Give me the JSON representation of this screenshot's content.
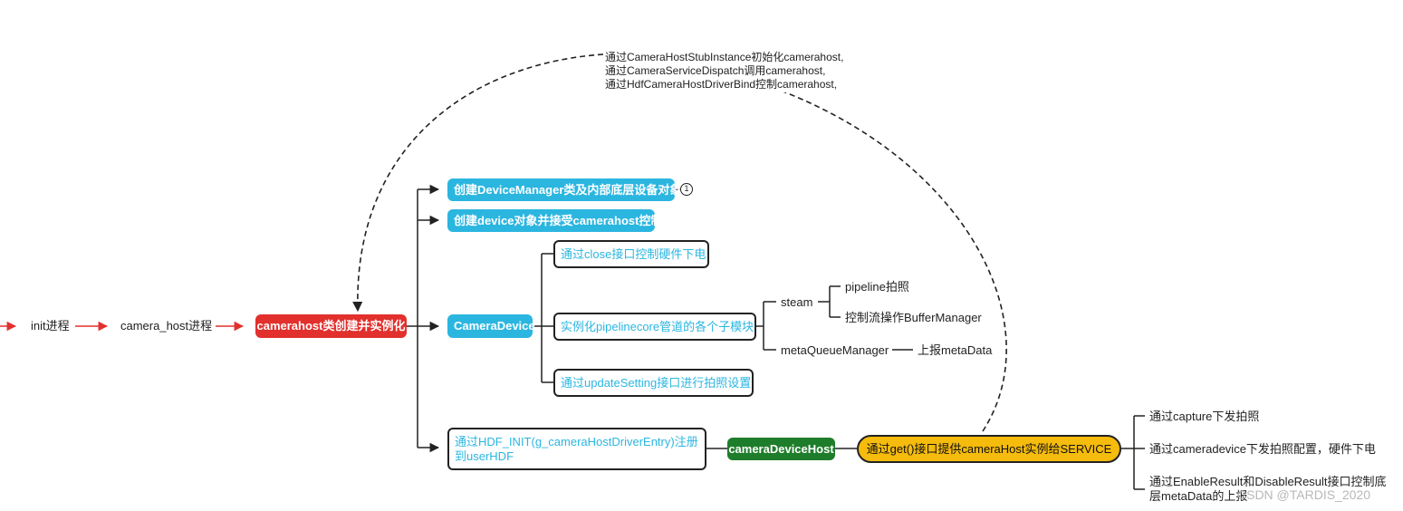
{
  "nodes": {
    "init": "init进程",
    "camera_host": "camera_host进程",
    "root": "camerahost类创建并实例化",
    "device_manager": "创建DeviceManager类及内部底层设备对象",
    "device_obj": "创建device对象并接受camerahost控制",
    "camera_device": "CameraDevice",
    "close": "通过close接口控制硬件下电",
    "pipeline": "实例化pipelinecore管道的各个子模块",
    "update_setting": "通过updateSetting接口进行拍照设置",
    "hdf_init": "通过HDF_INIT(g_cameraHostDriverEntry)注册到userHDF",
    "steam": "steam",
    "pipeline_photo": "pipeline拍照",
    "buffer_manager": "控制流操作BufferManager",
    "meta_queue": "metaQueueManager",
    "report_meta": "上报metaData",
    "camera_device_host": "cameraDeviceHost",
    "get_service": "通过get()接口提供cameraHost实例给SERVICE",
    "capture": "通过capture下发拍照",
    "cameradevice_config": "通过cameradevice下发拍照配置，硬件下电",
    "enable_result": "通过EnableResult和DisableResult接口控制底层metaData的上报"
  },
  "note": {
    "line1": "通过CameraHostStubInstance初始化camerahost,",
    "line2": "通过CameraServiceDispatch调用camerahost,",
    "line3": "通过HdfCameraHostDriverBind控制camerahost,"
  },
  "badge": "1",
  "watermark": "CSDN @TARDIS_2020",
  "colors": {
    "root": "#e2302d",
    "child": "#2bb6e0",
    "host": "#1e7d2a",
    "service": "#f5bb0d",
    "line": "#222222",
    "flow_arrow": "#e2302d"
  }
}
